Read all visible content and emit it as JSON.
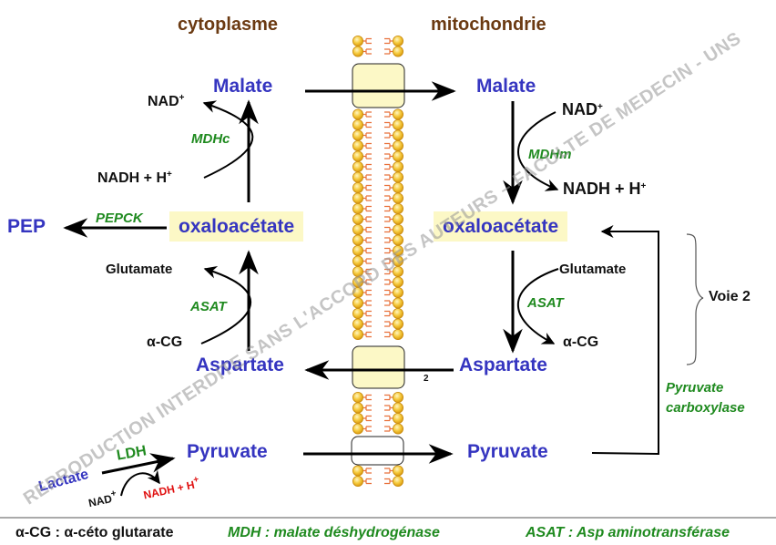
{
  "headers": {
    "cytoplasm": "cytoplasme",
    "mitochondria": "mitochondrie"
  },
  "cytoplasm": {
    "malate": "Malate",
    "nad_plus": "NAD",
    "nad_plus_sup": "+",
    "nadh": "NADH + H",
    "nadh_sup": "+",
    "mdhc": "MDHc",
    "pep": "PEP",
    "pepck": "PEPCK",
    "oxaloacetate": "oxaloacétate",
    "glutamate": "Glutamate",
    "asat": "ASAT",
    "acg": "α-CG",
    "aspartate": "Aspartate",
    "lactate": "Lactate",
    "ldh": "LDH",
    "ldh_nad": "NAD",
    "ldh_nad_sup": "+",
    "ldh_nadh": "NADH + H",
    "ldh_nadh_sup": "+",
    "pyruvate": "Pyruvate"
  },
  "mitochondria": {
    "malate": "Malate",
    "nad_plus": "NAD",
    "nad_plus_sup": "+",
    "mdhm": "MDHm",
    "nadh": "NADH + H",
    "nadh_sup": "+",
    "oxaloacetate": "oxaloacétate",
    "glutamate": "Glutamate",
    "asat": "ASAT",
    "acg": "α-CG",
    "aspartate": "Aspartate",
    "pyruvate": "Pyruvate",
    "transporter_number": "2"
  },
  "side": {
    "voie": "Voie 2",
    "pyruvate_carboxylase_1": "Pyruvate",
    "pyruvate_carboxylase_2": "carboxylase"
  },
  "legend": {
    "acg": "α-CG : α-céto glutarate",
    "mdh": "MDH : malate déshydrogénase",
    "asat": "ASAT : Asp aminotransférase"
  },
  "watermark": {
    "line1": "REPRODUCTION INTERDITE SANS L'ACCORD DES AUTEURS – FACULTE DE MEDECIN - UNS"
  },
  "colors": {
    "compound": "#3535c0",
    "enzyme": "#1f8a1f",
    "header": "#6b3a12",
    "nadh_red": "#e01010",
    "oaa_highlight": "#fcf8c6",
    "lipid_head": "#f2c23a",
    "lipid_tail": "#e8703a"
  }
}
